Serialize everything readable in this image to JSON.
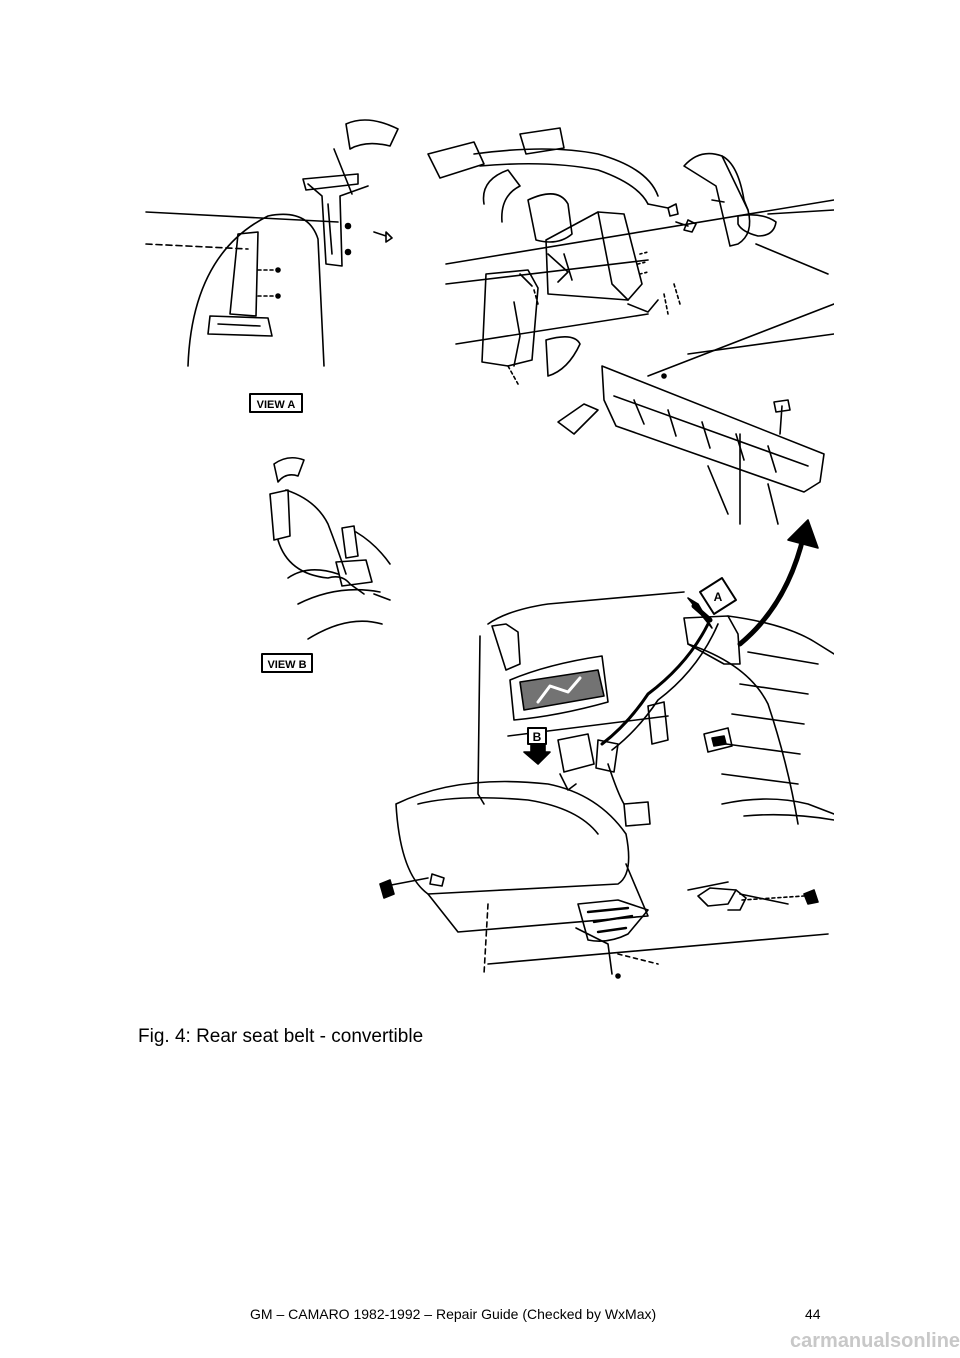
{
  "figure": {
    "view_a_label": "VIEW A",
    "view_b_label": "VIEW B",
    "callout_a": "A",
    "callout_b": "B"
  },
  "caption": "Fig. 4: Rear seat belt - convertible",
  "footer": {
    "text": "GM – CAMARO 1982-1992 – Repair Guide (Checked by WxMax)",
    "page_number": "44"
  },
  "watermark": "carmanualsonline.info"
}
